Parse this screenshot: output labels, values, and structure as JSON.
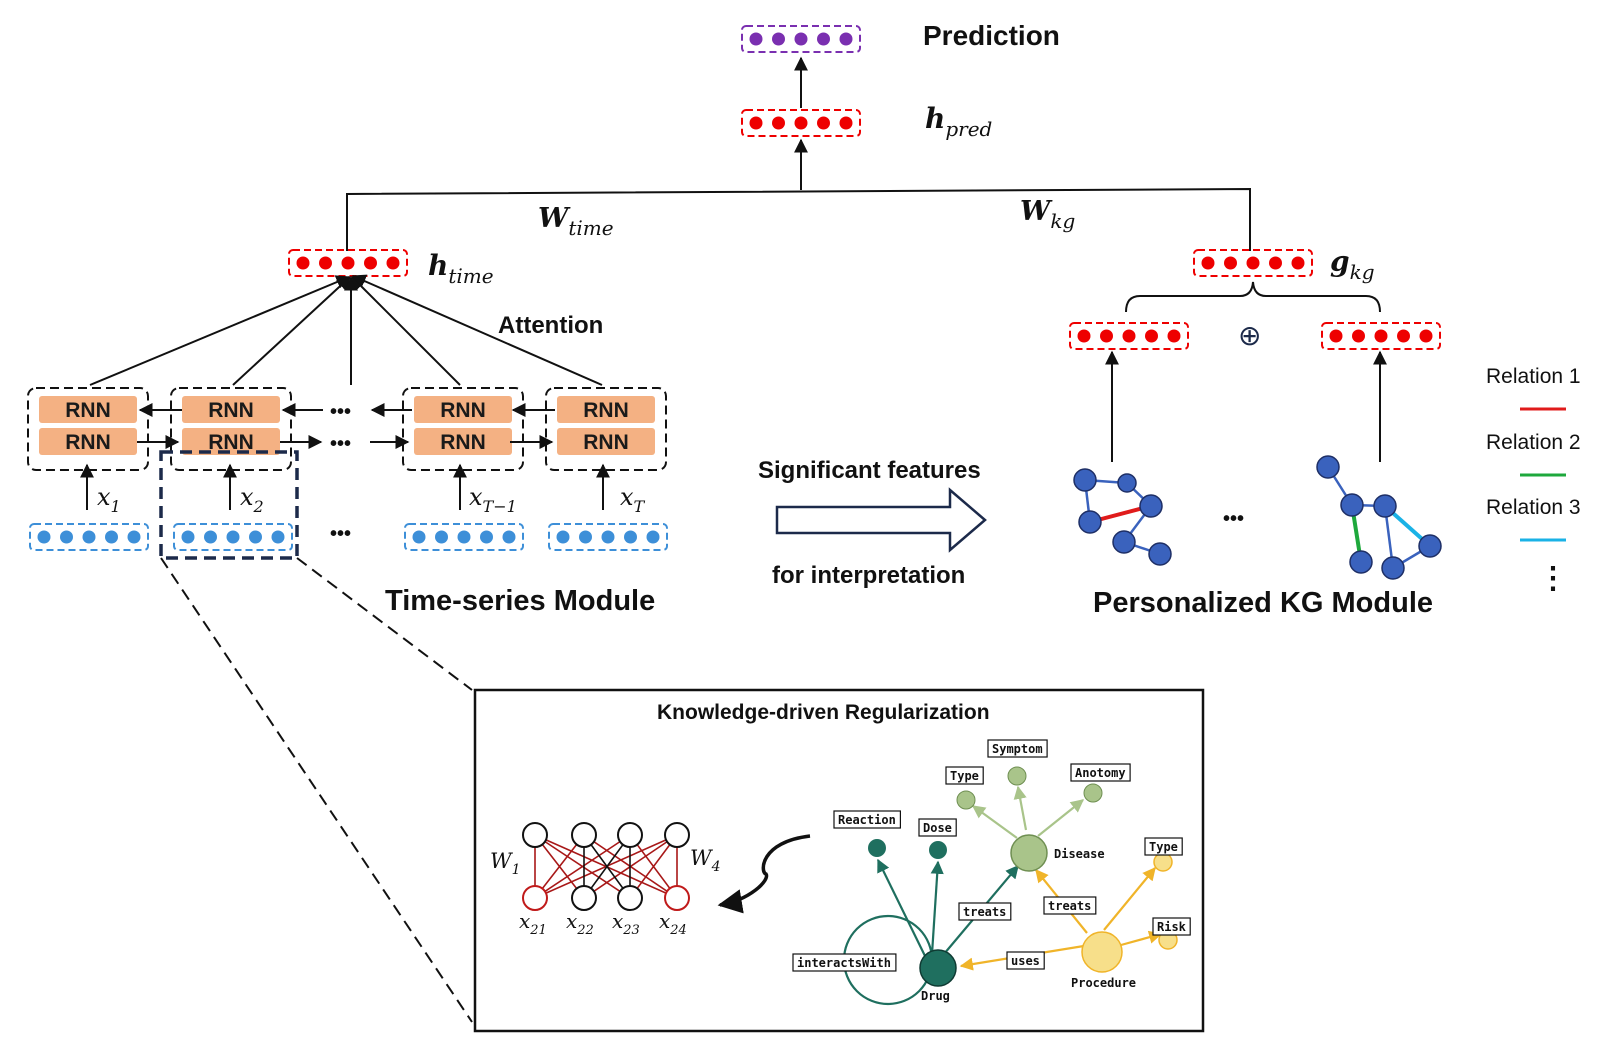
{
  "top": {
    "prediction_label": "Prediction",
    "h_pred": {
      "base": "h",
      "sub": "pred"
    },
    "w_time": {
      "base": "W",
      "sub": "time"
    },
    "w_kg": {
      "base": "W",
      "sub": "kg"
    }
  },
  "time_module": {
    "h_time": {
      "base": "h",
      "sub": "time"
    },
    "attention_label": "Attention",
    "rnn_label": "RNN",
    "ellipsis": "•••",
    "inputs": [
      {
        "base": "x",
        "sub": "1"
      },
      {
        "base": "x",
        "sub": "2"
      },
      {
        "base": "x",
        "sub": "T−1"
      },
      {
        "base": "x",
        "sub": "T"
      }
    ],
    "title": "Time-series Module"
  },
  "middle": {
    "line1": "Significant features",
    "line2": "for interpretation"
  },
  "kg_module": {
    "g_kg": {
      "base": "g",
      "sub": "kg"
    },
    "oplus": "⊕",
    "ellipsis": "•••",
    "title": "Personalized KG Module"
  },
  "legend": {
    "items": [
      {
        "label": "Relation 1",
        "color": "#e01b1b"
      },
      {
        "label": "Relation 2",
        "color": "#1ea83c"
      },
      {
        "label": "Relation 3",
        "color": "#1ab2e6"
      }
    ],
    "more": "⋮"
  },
  "regularization": {
    "title": "Knowledge-driven Regularization",
    "w1": {
      "base": "W",
      "sub": "1"
    },
    "w4": {
      "base": "W",
      "sub": "4"
    },
    "x_labels": [
      {
        "base": "x",
        "sub": "21"
      },
      {
        "base": "x",
        "sub": "22"
      },
      {
        "base": "x",
        "sub": "23"
      },
      {
        "base": "x",
        "sub": "24"
      }
    ],
    "kg_tags": {
      "symptom": "Symptom",
      "type1": "Type",
      "anatomy": "Anotomy",
      "reaction": "Reaction",
      "dose": "Dose",
      "disease": "Disease",
      "type2": "Type",
      "treats1": "treats",
      "treats2": "treats",
      "risk": "Risk",
      "interacts": "interactsWith",
      "uses": "uses",
      "drug": "Drug",
      "procedure": "Procedure"
    }
  },
  "colors": {
    "red_dot": "#ee0000",
    "purple_dot": "#7a2fb0",
    "blue_dot": "#3d8fd8",
    "rnn_fill": "#f4b183",
    "kg_node": "#3a62bd",
    "drug": "#1f6f5f",
    "disease": "#a9c48a",
    "procedure": "#f7df8a",
    "procedure_edge": "#f0b429"
  }
}
